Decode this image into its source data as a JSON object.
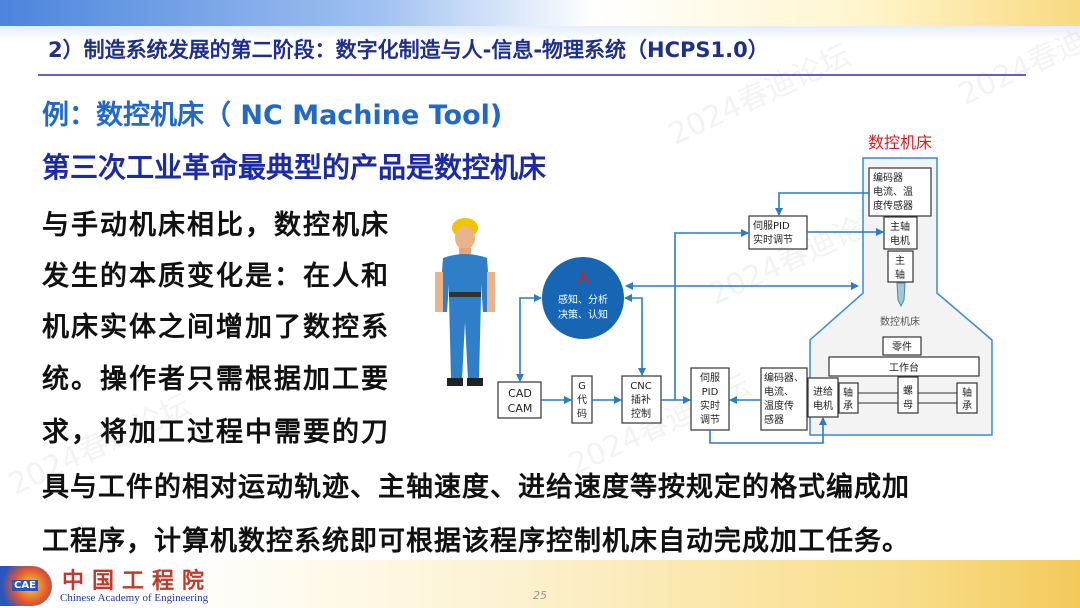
{
  "slide": {
    "title": "2）制造系统发展的第二阶段：数字化制造与人-信息-物理系统（HCPS1.0）",
    "example_heading": "例：数控机床（ NC Machine Tool)",
    "subheading": "第三次工业革命最典型的产品是数控机床",
    "body_lines": [
      "与手动机床相比，数控机床",
      "发生的本质变化是：在人和",
      "机床实体之间增加了数控系",
      "统。操作者只需根据加工要",
      "求，将加工过程中需要的刀",
      "具与工件的相对运动轨迹、主轴速度、进给速度等按规定的格式编成加",
      "工程序，计算机数控系统即可根据该程序控制机床自动完成加工任务。"
    ],
    "watermark": "2024春迪论坛"
  },
  "diagram": {
    "machine_label": "数控机床",
    "human_symbol": "人",
    "human_text_1": "感知、分析",
    "human_text_2": "决策、认知",
    "cad": [
      "CAD",
      "CAM"
    ],
    "gcode": [
      "G",
      "代",
      "码"
    ],
    "cnc": [
      "CNC",
      "插补",
      "控制"
    ],
    "pid_bottom": [
      "伺服",
      "PID",
      "实时",
      "调节"
    ],
    "encoder_bottom": [
      "编码器、",
      "电流、",
      "温度传",
      "感器"
    ],
    "pid_top": [
      "伺服PID",
      "实时调节"
    ],
    "encoder_top": [
      "编码器",
      "电流、温",
      "度传感器"
    ],
    "spindle_motor": [
      "主轴",
      "电机"
    ],
    "spindle": [
      "主",
      "轴"
    ],
    "machine_inner_label": "数控机床",
    "part": "零件",
    "worktable": "工作台",
    "feed_motor": [
      "进给",
      "电机"
    ],
    "bearing_left": [
      "轴",
      "承"
    ],
    "nut": [
      "螺",
      "母"
    ],
    "bearing_right": [
      "轴",
      "承"
    ]
  },
  "footer": {
    "logo_text": "CAE",
    "org_cn": "中国工程院",
    "org_en": "Chinese Academy of Engineering",
    "page_number": "25"
  },
  "colors": {
    "title": "#1e2f8c",
    "heading": "#2168c9",
    "subheading": "#1b2aa5",
    "diagram_line": "#2a7cc7",
    "circle": "#1766b3",
    "machine_label": "#d0202a"
  }
}
